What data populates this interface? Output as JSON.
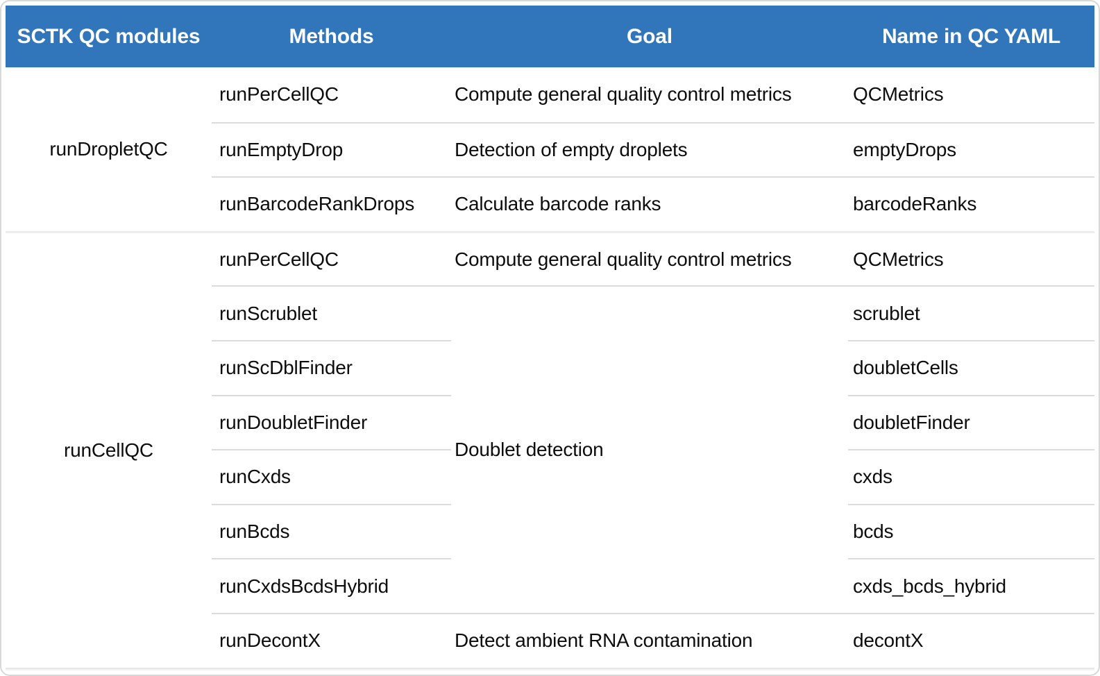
{
  "table": {
    "columns": [
      "SCTK QC modules",
      "Methods",
      "Goal",
      "Name in QC YAML"
    ],
    "groups": [
      {
        "module": "runDropletQC",
        "rows": [
          {
            "method": "runPerCellQC",
            "goal": "Compute general quality control metrics",
            "yaml": "QCMetrics"
          },
          {
            "method": "runEmptyDrop",
            "goal": "Detection of empty droplets",
            "yaml": "emptyDrops"
          },
          {
            "method": "runBarcodeRankDrops",
            "goal": "Calculate barcode ranks",
            "yaml": "barcodeRanks"
          }
        ]
      },
      {
        "module": "runCellQC",
        "rows": [
          {
            "method": "runPerCellQC",
            "goal": "Compute general quality control metrics",
            "yaml": "QCMetrics"
          },
          {
            "method": "runScrublet",
            "yaml": "scrublet"
          },
          {
            "method": "runScDblFinder",
            "yaml": "doubletCells"
          },
          {
            "method": "runDoubletFinder",
            "yaml": "doubletFinder"
          },
          {
            "method": "runCxds",
            "yaml": "cxds"
          },
          {
            "method": "runBcds",
            "yaml": "bcds"
          },
          {
            "method": "runCxdsBcdsHybrid",
            "yaml": "cxds_bcds_hybrid"
          },
          {
            "method": "runDecontX",
            "goal": "Detect ambient RNA contamination",
            "yaml": "decontX"
          }
        ],
        "merged_goal": {
          "label": "Doublet detection"
        }
      }
    ],
    "colors": {
      "header_bg": "#3176BA",
      "header_text": "#FFFFFF",
      "row_line": "#DBDBDB",
      "group_line": "#ECECEC",
      "frame_border": "#D8D8D8",
      "body_text": "#0D0D0D"
    }
  }
}
